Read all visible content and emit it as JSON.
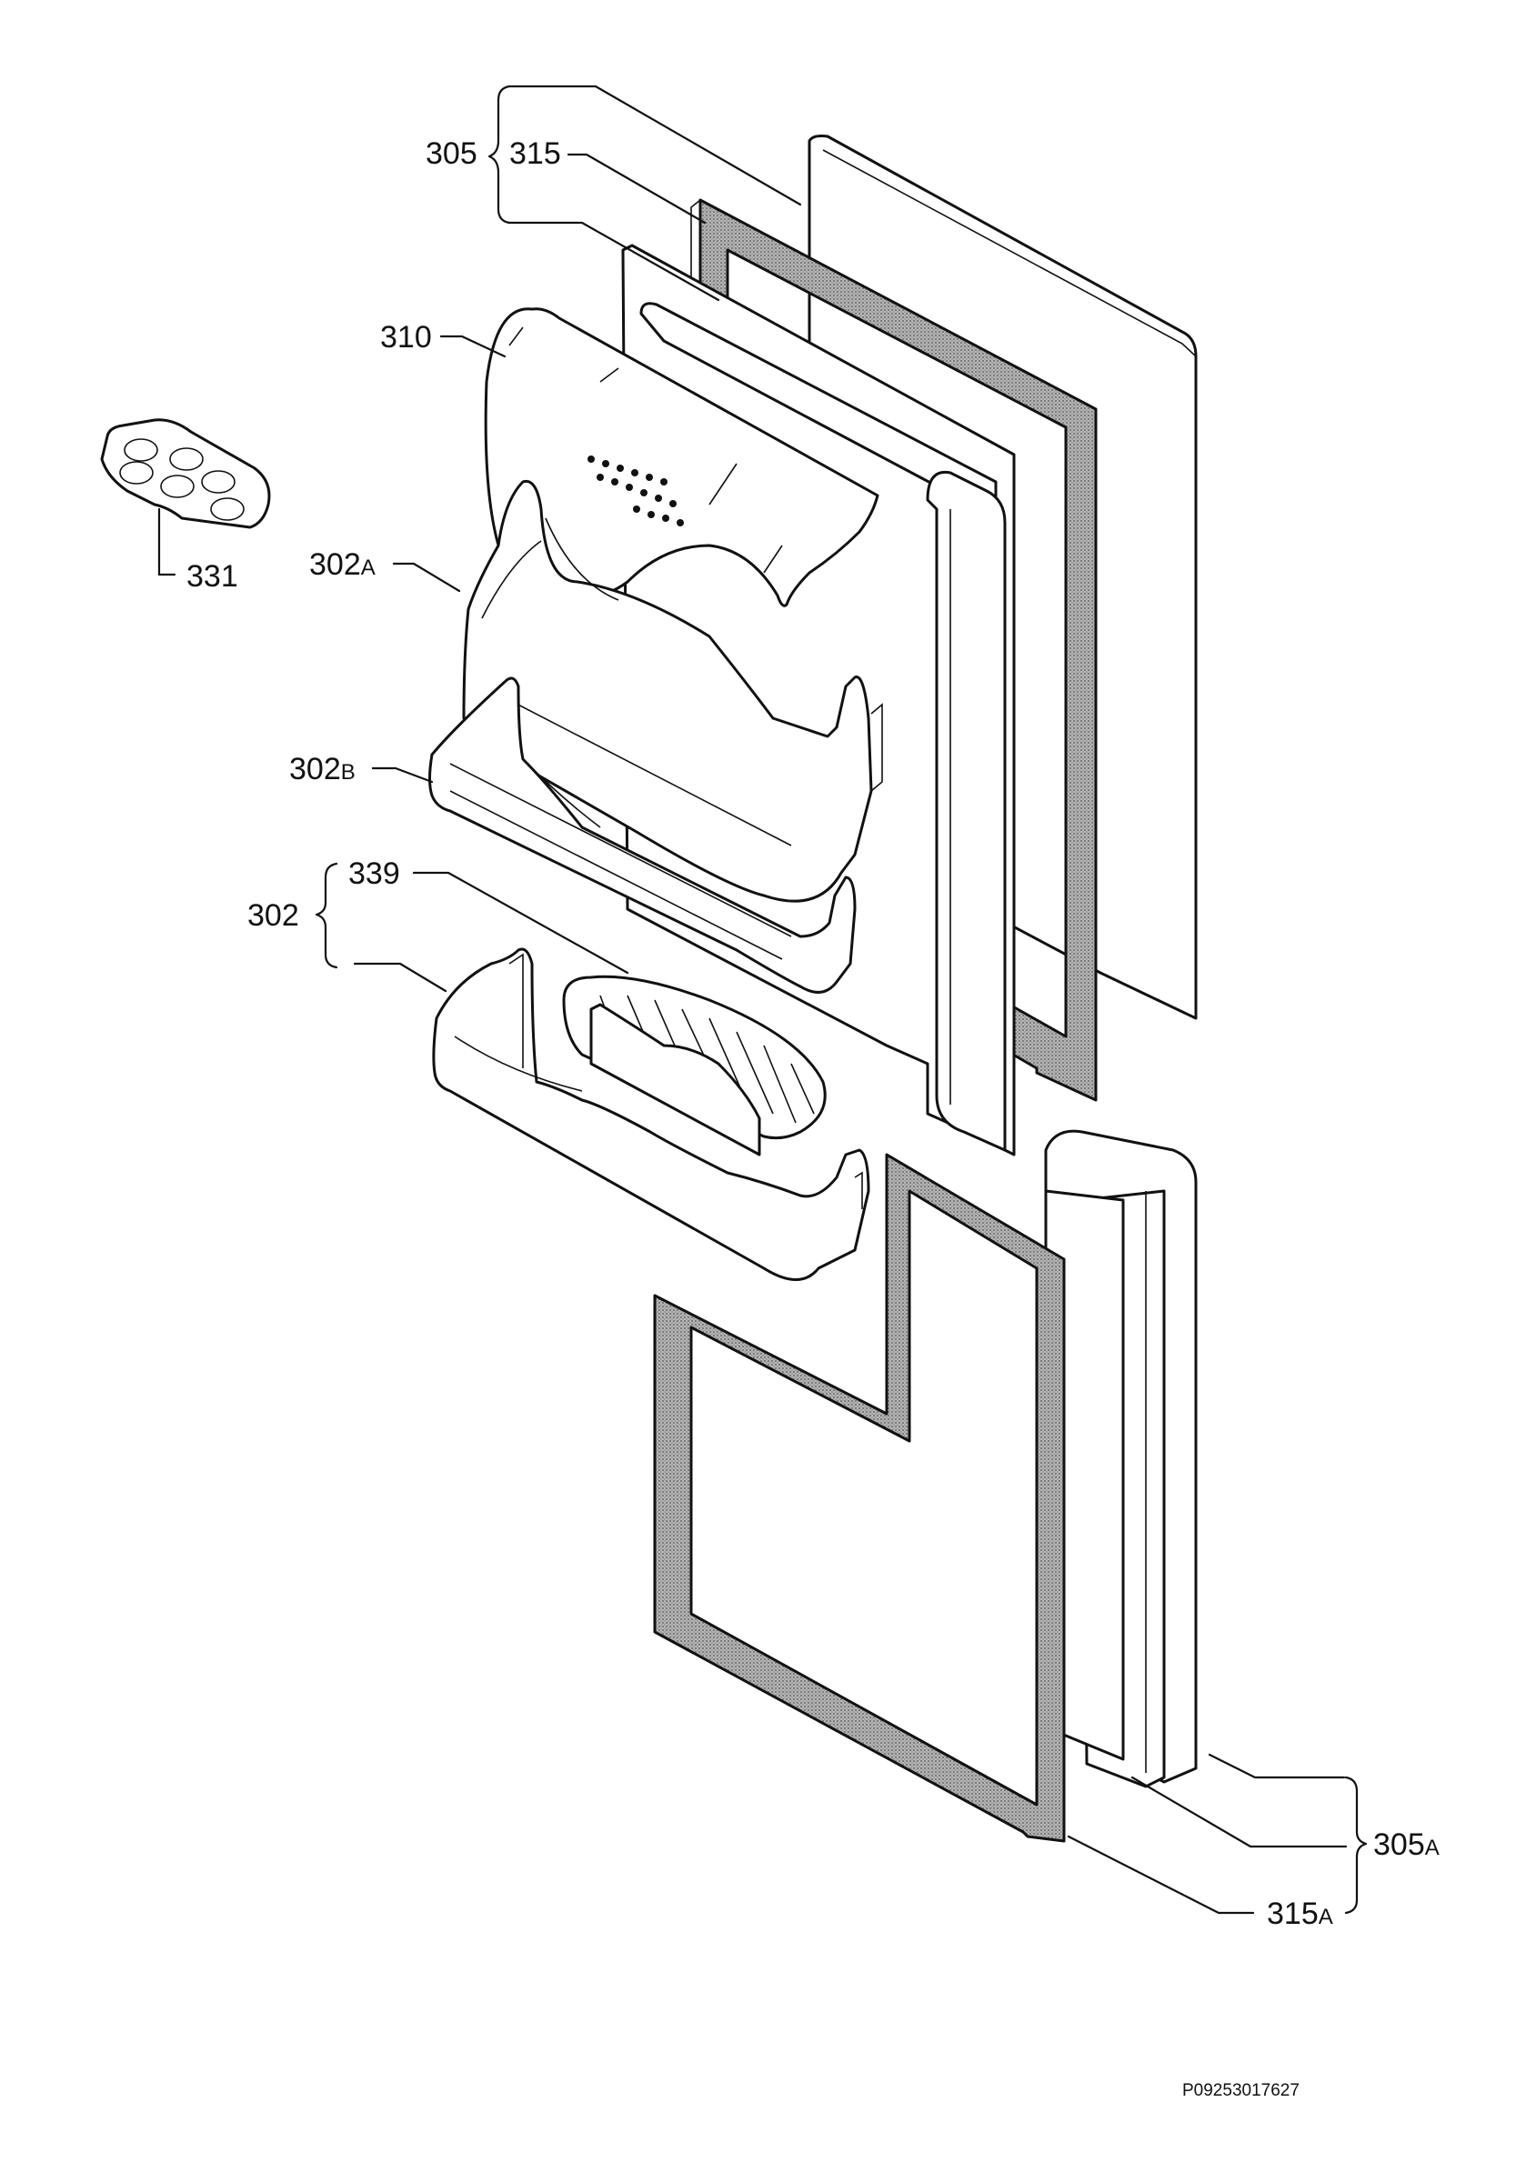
{
  "labels": {
    "l305": "305",
    "l315": "315",
    "l310": "310",
    "l331": "331",
    "l302a_num": "302",
    "l302a_suf": "A",
    "l302b_num": "302",
    "l302b_suf": "B",
    "l302": "302",
    "l339": "339",
    "l305a_num": "305",
    "l305a_suf": "A",
    "l315a_num": "315",
    "l315a_suf": "A"
  },
  "drawing_code": "P09253017627",
  "colors": {
    "line": "#111111",
    "gasket": "#9a9a9a",
    "background": "#ffffff"
  }
}
